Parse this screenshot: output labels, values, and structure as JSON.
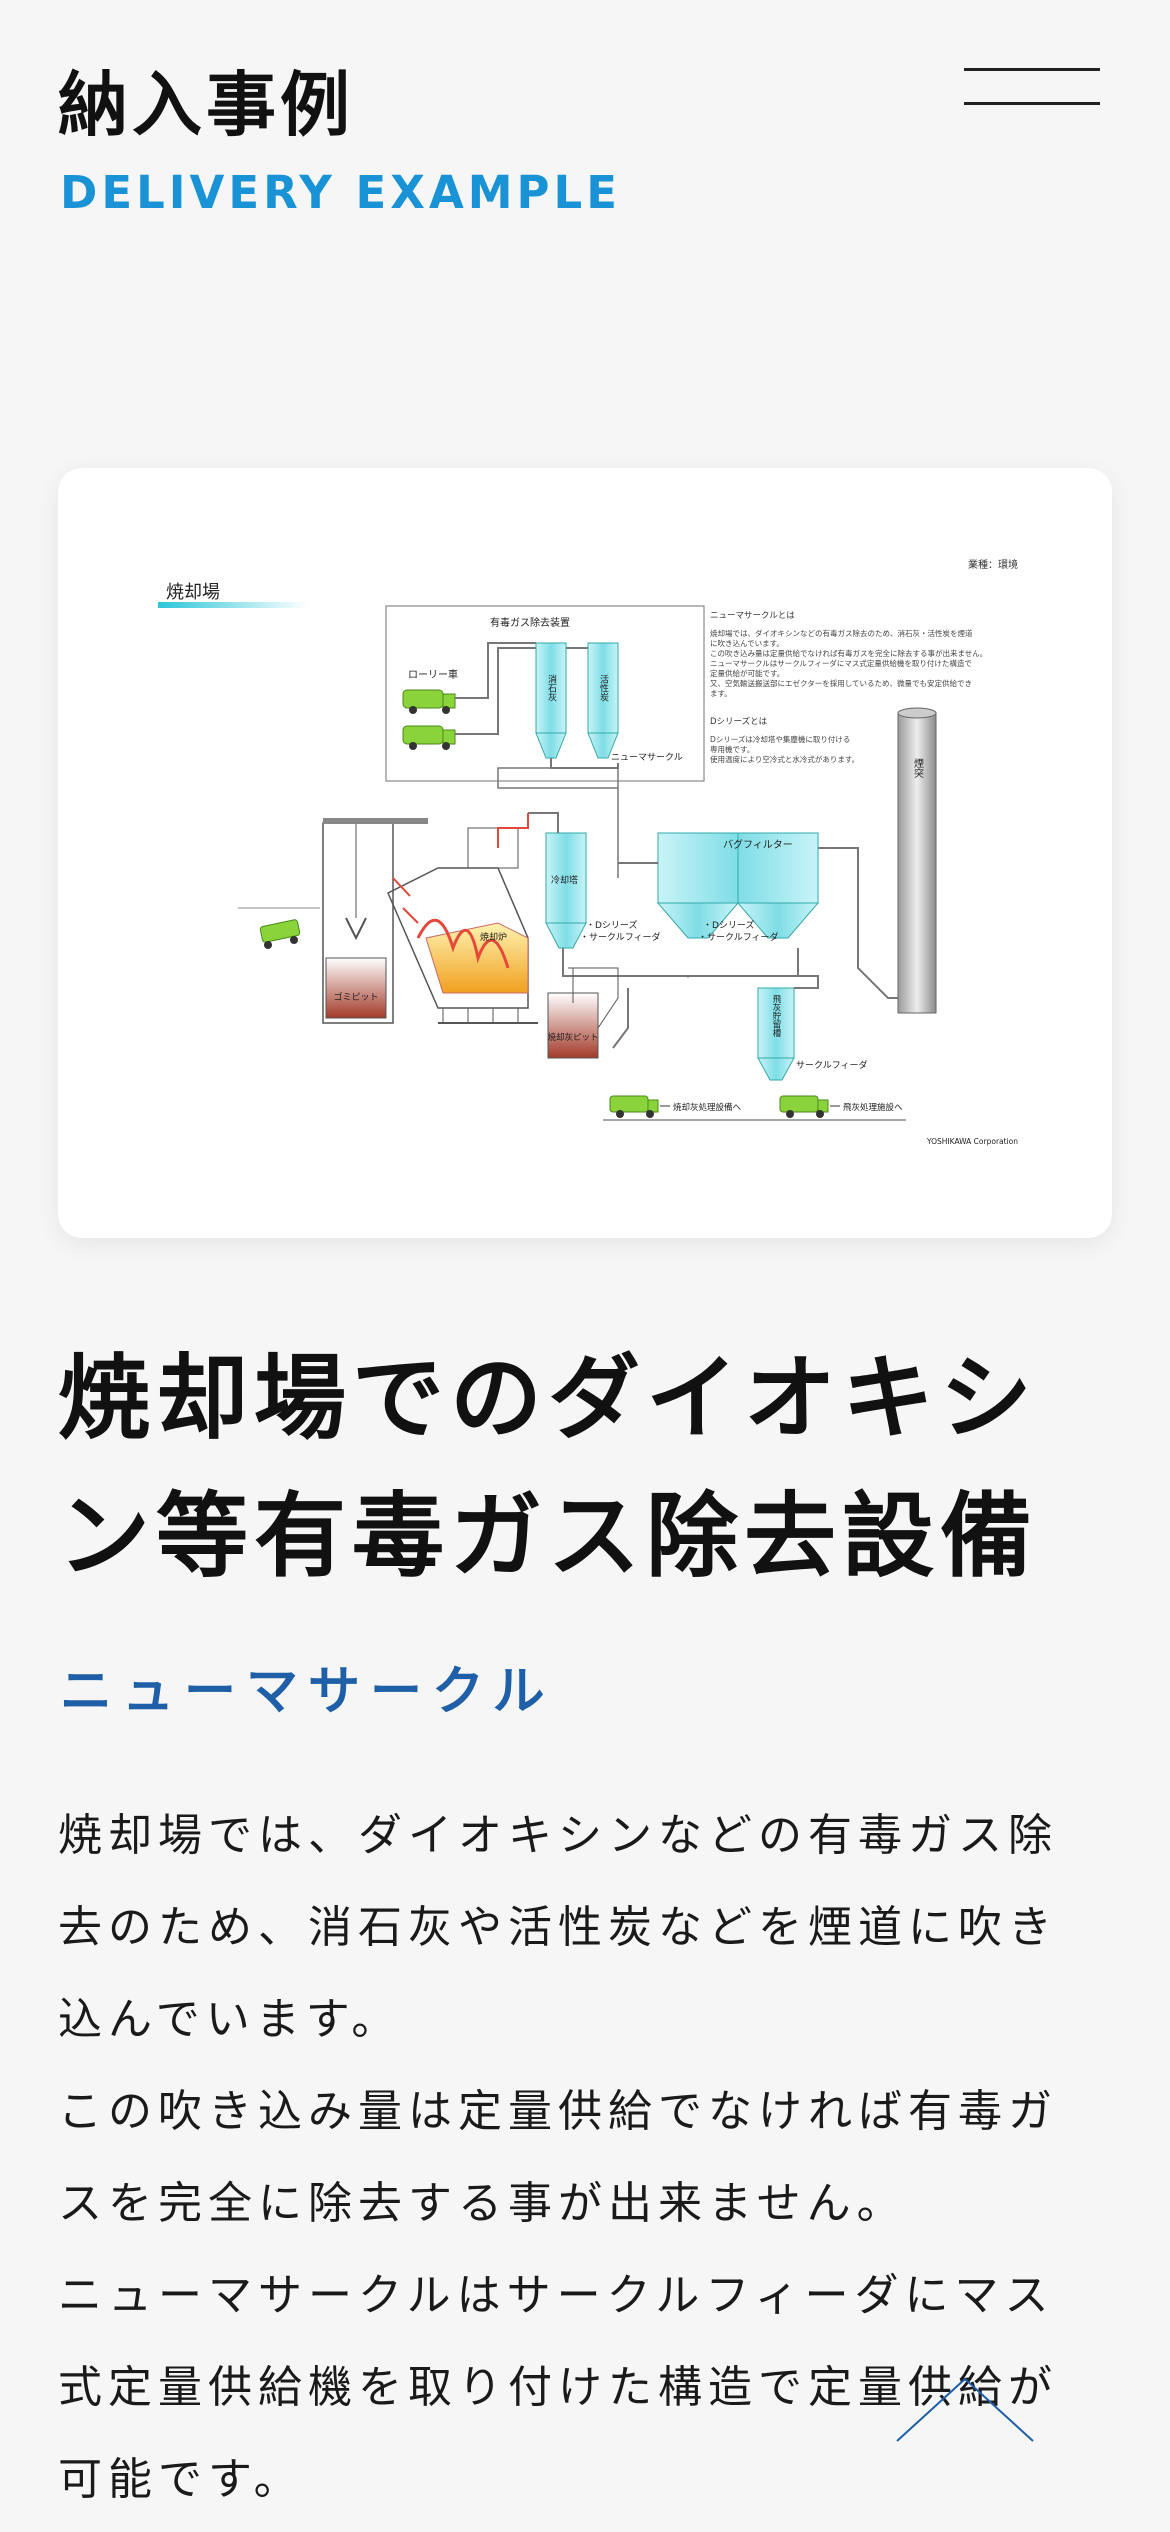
{
  "header": {
    "title": "納入事例",
    "subtitle": "DELIVERY EXAMPLE"
  },
  "diagram": {
    "section_label": "焼却場",
    "industry_label": "業種：環境",
    "toxic_gas_unit": "有毒ガス除去装置",
    "lorry": "ローリー車",
    "silo_1": "消石灰",
    "silo_2": "活性炭",
    "pneuma_label": "ニューマサークル",
    "bag_filter": "バグフィルター",
    "cooling_tower": "冷却塔",
    "d_series_1": "・Dシリーズ",
    "circle_feeder_1": "・サークルフィーダ",
    "d_series_2": "・Dシリーズ",
    "circle_feeder_2": "・サークルフィーダ",
    "garbage_pit": "ゴミピット",
    "incinerator": "焼却炉",
    "ash_pit": "焼却灰ピット",
    "fly_ash_tank": "飛灰貯留槽",
    "circle_feeder_3": "サークルフィーダ",
    "chimney": "煙突",
    "to_ash_facility": "焼却灰処理設備へ",
    "to_fly_ash_facility": "飛灰処理施設へ",
    "company": "YOSHIKAWA Corporation",
    "note_title": "ニューマサークルとは",
    "note_lines": [
      "焼却場では、ダイオキシンなどの有毒ガス除去のため、消石灰・活性炭を煙道",
      "に吹き込んでいます。",
      "この吹き込み量は定量供給でなければ有毒ガスを完全に除去する事が出来ません。",
      "ニューマサークルはサークルフィーダにマス式定量供給機を取り付けた構造で",
      "定量供給が可能です。",
      "又、空気輸送搬送部にエゼクターを採用しているため、微量でも安定供給でき",
      "ます。"
    ],
    "d_note_title": "Dシリーズとは",
    "d_note_lines": [
      "Dシリーズは冷却塔や集塵機に取り付ける",
      "専用機です。",
      "使用温度により空冷式と水冷式があります。"
    ]
  },
  "article": {
    "headline": "焼却場でのダイオキシン等有毒ガス除去設備",
    "product_name": "ニューマサークル",
    "paragraphs": [
      "焼却場では、ダイオキシンなどの有毒ガス除去のため、消石灰や活性炭などを煙道に吹き込んでいます。",
      "この吹き込み量は定量供給でなければ有毒ガスを完全に除去する事が出来ません。",
      "ニューマサークルはサークルフィーダにマス式定量供給機を取り付けた構造で定量供給が可能です。"
    ]
  },
  "colors": {
    "accent_blue": "#1a93d6",
    "heading_blue": "#1f5fa8",
    "equipment_cyan": "#7fdde6",
    "truck_green": "#8bd33a",
    "fire_red": "#e5483a"
  }
}
